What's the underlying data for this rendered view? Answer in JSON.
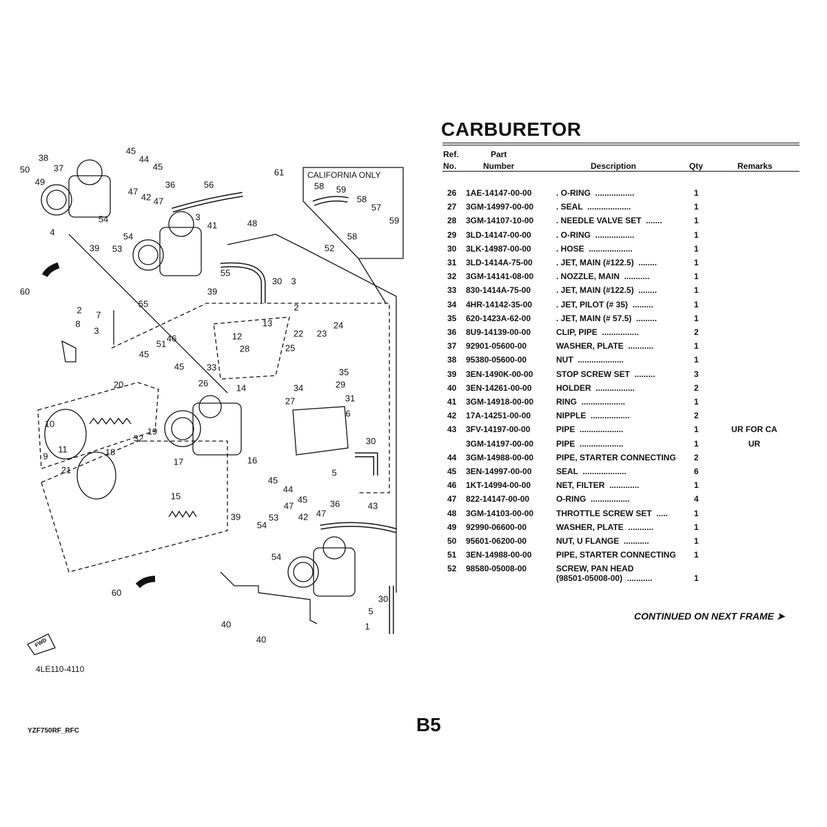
{
  "title": "CARBURETOR",
  "table": {
    "headers": {
      "ref_top": "Ref.",
      "ref_bottom": "No.",
      "part_top": "Part",
      "part_bottom": "Number",
      "description": "Description",
      "qty": "Qty",
      "remarks": "Remarks"
    },
    "rows": [
      {
        "ref": "26",
        "part": "1AE-14147-00-00",
        "desc": ". O-RING  .................",
        "qty": "1",
        "remarks": ""
      },
      {
        "ref": "27",
        "part": "3GM-14997-00-00",
        "desc": ". SEAL  ...................",
        "qty": "1",
        "remarks": ""
      },
      {
        "ref": "28",
        "part": "3GM-14107-10-00",
        "desc": ". NEEDLE VALVE SET  .......",
        "qty": "1",
        "remarks": ""
      },
      {
        "ref": "29",
        "part": "3LD-14147-00-00",
        "desc": ". O-RING  .................",
        "qty": "1",
        "remarks": ""
      },
      {
        "ref": "30",
        "part": "3LK-14987-00-00",
        "desc": ". HOSE  ...................",
        "qty": "1",
        "remarks": ""
      },
      {
        "ref": "31",
        "part": "3LD-1414A-75-00",
        "desc": ". JET, MAIN (#122.5)  ........",
        "qty": "1",
        "remarks": ""
      },
      {
        "ref": "32",
        "part": "3GM-14141-08-00",
        "desc": ". NOZZLE, MAIN  ...........",
        "qty": "1",
        "remarks": ""
      },
      {
        "ref": "33",
        "part": "830-1414A-75-00",
        "desc": ". JET, MAIN (#122.5)  ........",
        "qty": "1",
        "remarks": ""
      },
      {
        "ref": "34",
        "part": "4HR-14142-35-00",
        "desc": ". JET, PILOT (# 35)  .........",
        "qty": "1",
        "remarks": ""
      },
      {
        "ref": "35",
        "part": "620-1423A-62-00",
        "desc": ". JET, MAIN (# 57.5)  .........",
        "qty": "1",
        "remarks": ""
      },
      {
        "ref": "36",
        "part": "8U9-14139-00-00",
        "desc": "CLIP, PIPE  ................",
        "qty": "2",
        "remarks": ""
      },
      {
        "ref": "37",
        "part": "92901-05600-00",
        "desc": "WASHER, PLATE  ...........",
        "qty": "1",
        "remarks": ""
      },
      {
        "ref": "38",
        "part": "95380-05600-00",
        "desc": "NUT  ....................",
        "qty": "1",
        "remarks": ""
      },
      {
        "ref": "39",
        "part": "3EN-1490K-00-00",
        "desc": "STOP SCREW SET  .........",
        "qty": "3",
        "remarks": ""
      },
      {
        "ref": "40",
        "part": "3EN-14261-00-00",
        "desc": "HOLDER  .................",
        "qty": "2",
        "remarks": ""
      },
      {
        "ref": "41",
        "part": "3GM-14918-00-00",
        "desc": "RING  ...................",
        "qty": "1",
        "remarks": ""
      },
      {
        "ref": "42",
        "part": "17A-14251-00-00",
        "desc": "NIPPLE  .................",
        "qty": "2",
        "remarks": ""
      },
      {
        "ref": "43",
        "part": "3FV-14197-00-00",
        "desc": "PIPE  ...................",
        "qty": "1",
        "remarks": "UR FOR CA"
      },
      {
        "ref": "",
        "part": "3GM-14197-00-00",
        "desc": "PIPE  ...................",
        "qty": "1",
        "remarks": "UR"
      },
      {
        "ref": "44",
        "part": "3GM-14988-00-00",
        "desc": "PIPE, STARTER CONNECTING",
        "qty": "2",
        "remarks": ""
      },
      {
        "ref": "45",
        "part": "3EN-14997-00-00",
        "desc": "SEAL  ...................",
        "qty": "6",
        "remarks": ""
      },
      {
        "ref": "46",
        "part": "1KT-14994-00-00",
        "desc": "NET, FILTER  .............",
        "qty": "1",
        "remarks": ""
      },
      {
        "ref": "47",
        "part": "822-14147-00-00",
        "desc": "O-RING  .................",
        "qty": "4",
        "remarks": ""
      },
      {
        "ref": "48",
        "part": "3GM-14103-00-00",
        "desc": "THROTTLE SCREW SET  .....",
        "qty": "1",
        "remarks": ""
      },
      {
        "ref": "49",
        "part": "92990-06600-00",
        "desc": "WASHER, PLATE  ...........",
        "qty": "1",
        "remarks": ""
      },
      {
        "ref": "50",
        "part": "95601-06200-00",
        "desc": "NUT, U FLANGE  ...........",
        "qty": "1",
        "remarks": ""
      },
      {
        "ref": "51",
        "part": "3EN-14988-00-00",
        "desc": "PIPE, STARTER CONNECTING",
        "qty": "1",
        "remarks": ""
      },
      {
        "ref": "52",
        "part": "98580-05008-00",
        "desc": "SCREW, PAN HEAD",
        "qty": "",
        "remarks": ""
      },
      {
        "ref": "",
        "part": "",
        "desc": "(98501-05008-00)  ...........",
        "qty": "1",
        "remarks": ""
      }
    ]
  },
  "continued": "CONTINUED ON NEXT FRAME ➤",
  "page_number": "B5",
  "model_code": "YZF750RF_RFC",
  "diagram": {
    "california_label": "CALIFORNIA ONLY",
    "diagram_id": "4LE110-4110",
    "fwd_label": "FWD",
    "callouts": [
      "38",
      "45",
      "44",
      "45",
      "50",
      "37",
      "49",
      "61",
      "36",
      "56",
      "47",
      "42",
      "47",
      "4",
      "54",
      "3",
      "41",
      "48",
      "39",
      "53",
      "54",
      "52",
      "55",
      "60",
      "55",
      "39",
      "30",
      "3",
      "2",
      "13",
      "22",
      "24",
      "2",
      "7",
      "8",
      "3",
      "12",
      "23",
      "46",
      "51",
      "45",
      "28",
      "25",
      "45",
      "33",
      "35",
      "26",
      "14",
      "34",
      "29",
      "31",
      "27",
      "20",
      "6",
      "10",
      "9",
      "11",
      "19",
      "32",
      "30",
      "17",
      "16",
      "18",
      "5",
      "21",
      "45",
      "44",
      "45",
      "15",
      "39",
      "47",
      "53",
      "42",
      "47",
      "36",
      "43",
      "54",
      "54",
      "60",
      "30",
      "5",
      "1",
      "40",
      "40",
      "58",
      "59",
      "58",
      "57",
      "59",
      "58"
    ]
  }
}
